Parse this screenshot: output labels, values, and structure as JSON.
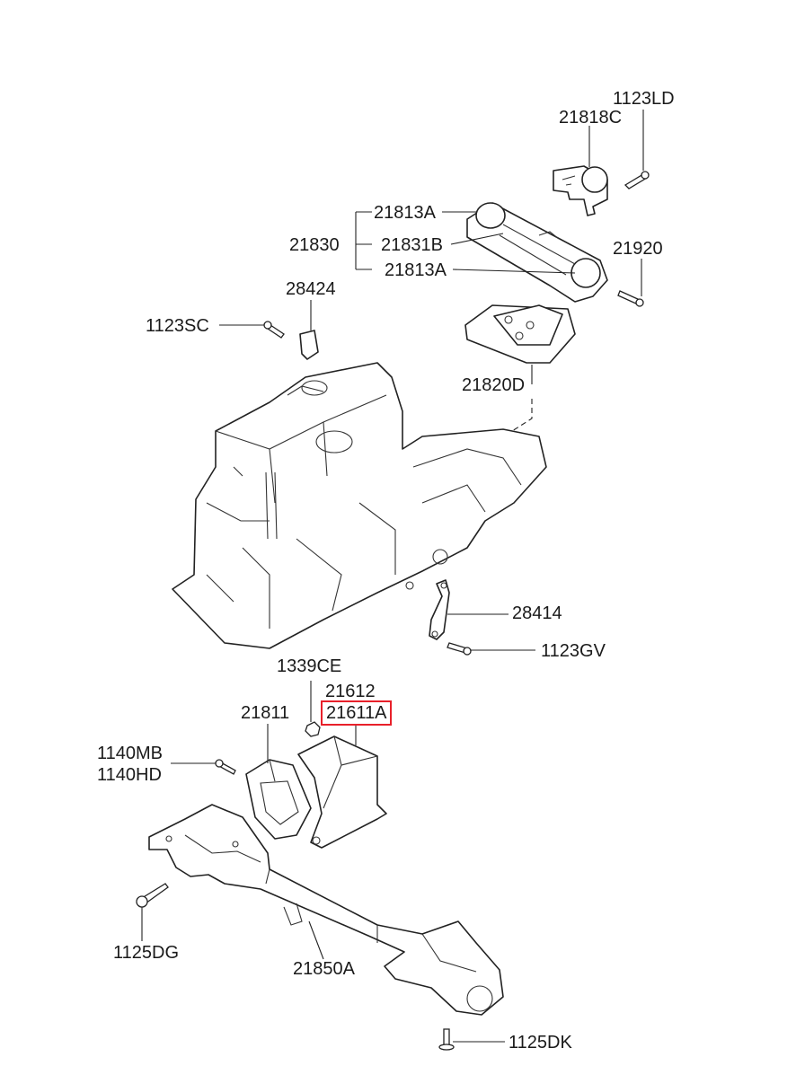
{
  "callouts": {
    "p1123LD": "1123LD",
    "p21818C": "21818C",
    "p21813A_top": "21813A",
    "p21830": "21830",
    "p21831B": "21831B",
    "p21813A_bottom": "21813A",
    "p21920": "21920",
    "p28424": "28424",
    "p1123SC": "1123SC",
    "p21820D": "21820D",
    "p28414": "28414",
    "p1123GV": "1123GV",
    "p1339CE": "1339CE",
    "p21612": "21612",
    "p21611A": "21611A",
    "p21811": "21811",
    "p1140MB": "1140MB",
    "p1140HD": "1140HD",
    "p1125DG": "1125DG",
    "p21850A": "21850A",
    "p1125DK": "1125DK"
  },
  "highlight": {
    "part": "21611A",
    "color": "#e8202a"
  }
}
